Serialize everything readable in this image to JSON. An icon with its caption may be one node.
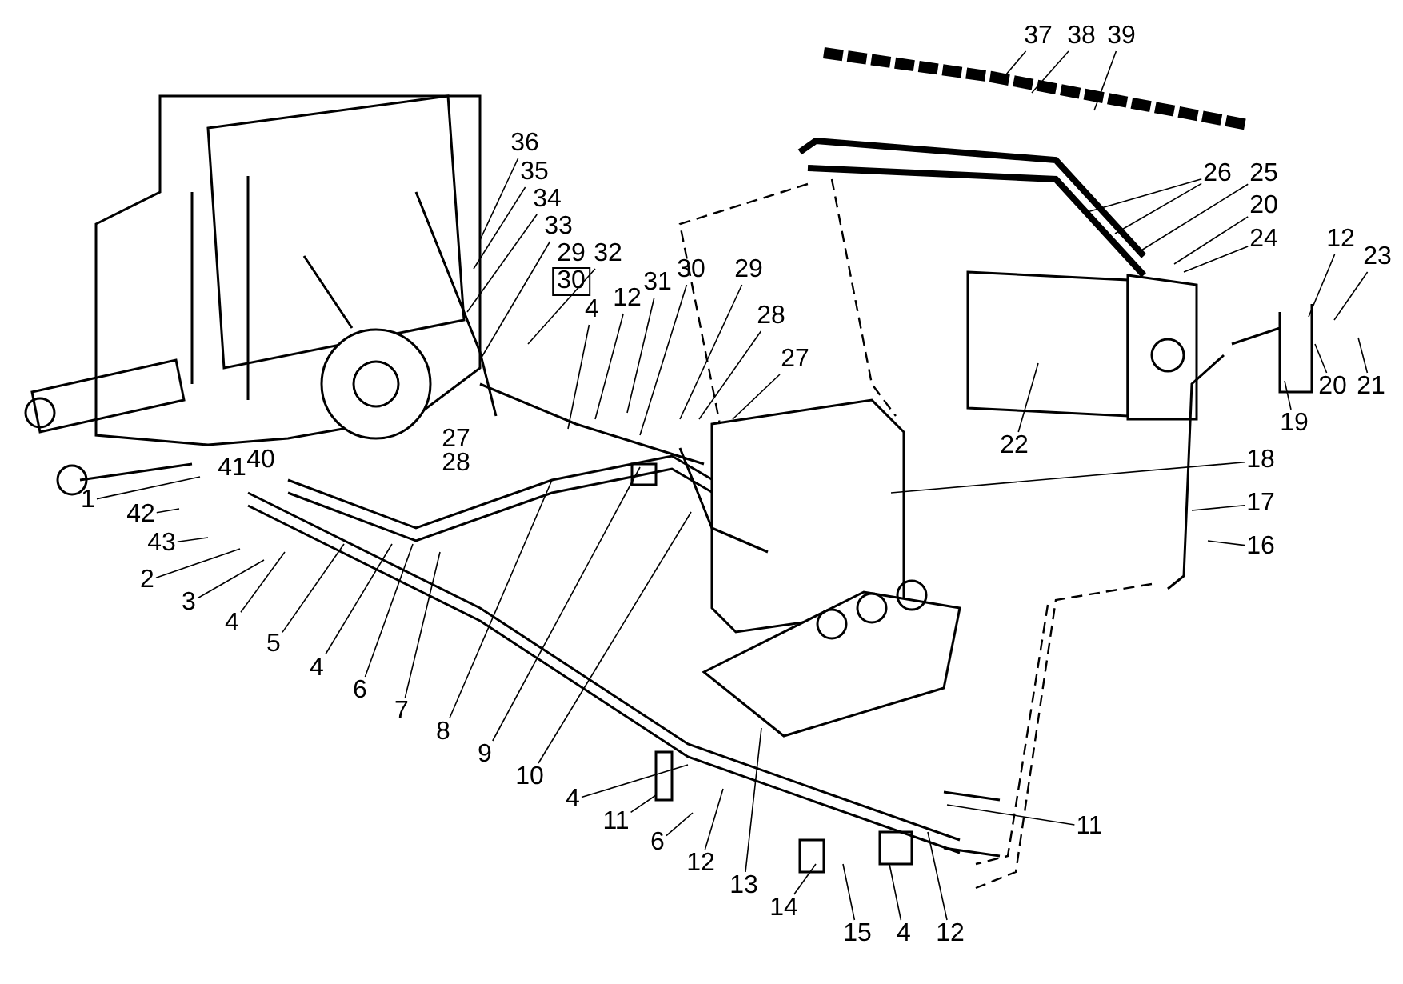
{
  "diagram": {
    "nodes": [
      {
        "text": [
          "37"
        ]
      },
      {
        "text": [
          "38"
        ]
      },
      {
        "text": [
          "39"
        ]
      },
      {
        "text": [
          "36"
        ]
      },
      {
        "text": [
          "26"
        ]
      },
      {
        "text": [
          "25"
        ]
      },
      {
        "text": [
          "35"
        ]
      },
      {
        "text": [
          "34"
        ]
      },
      {
        "text": [
          "20"
        ]
      },
      {
        "text": [
          "33"
        ]
      },
      {
        "text": [
          "24"
        ]
      },
      {
        "text": [
          "12"
        ]
      },
      {
        "text": [
          "32"
        ]
      },
      {
        "text": [
          "23"
        ]
      },
      {
        "text": [
          "31"
        ]
      },
      {
        "text": [
          "30"
        ]
      },
      {
        "text": [
          "29"
        ]
      },
      {
        "text": [
          "12"
        ]
      },
      {
        "text": [
          "4"
        ]
      },
      {
        "text": [
          "28"
        ]
      },
      {
        "text": [
          "27"
        ]
      },
      {
        "text": [
          "19"
        ]
      },
      {
        "text": [
          "20"
        ]
      },
      {
        "text": [
          "21"
        ]
      },
      {
        "text": [
          "22"
        ]
      },
      {
        "text": [
          "18"
        ]
      },
      {
        "text": [
          "1"
        ]
      },
      {
        "text": [
          "17"
        ]
      },
      {
        "text": [
          "42"
        ]
      },
      {
        "text": [
          "43"
        ]
      },
      {
        "text": [
          "16"
        ]
      },
      {
        "text": [
          "2"
        ]
      },
      {
        "text": [
          "3"
        ]
      },
      {
        "text": [
          "4"
        ]
      },
      {
        "text": [
          "5"
        ]
      },
      {
        "text": [
          "4"
        ]
      },
      {
        "text": [
          "6"
        ]
      },
      {
        "text": [
          "7"
        ]
      },
      {
        "text": [
          "8"
        ]
      },
      {
        "text": [
          "9"
        ]
      },
      {
        "text": [
          "10"
        ]
      },
      {
        "text": [
          "4"
        ]
      },
      {
        "text": [
          "11"
        ]
      },
      {
        "text": [
          "11"
        ]
      },
      {
        "text": [
          "6"
        ]
      },
      {
        "text": [
          "12"
        ]
      },
      {
        "text": [
          "13"
        ]
      },
      {
        "text": [
          "14"
        ]
      },
      {
        "text": [
          "15"
        ]
      },
      {
        "text": [
          "4"
        ]
      },
      {
        "text": [
          "12"
        ]
      }
    ],
    "edges": [
      {
        "from": 0,
        "to": null,
        "arrow": "none"
      },
      {
        "from": 1,
        "to": null,
        "arrow": "none"
      },
      {
        "from": 2,
        "to": null,
        "arrow": "none"
      },
      {
        "from": 3,
        "to": null,
        "arrow": "none"
      },
      {
        "from": 4,
        "to": null,
        "arrow": "none"
      },
      {
        "from": 4,
        "to": null,
        "arrow": "none"
      },
      {
        "from": 5,
        "to": null,
        "arrow": "none"
      },
      {
        "from": 6,
        "to": null,
        "arrow": "none"
      },
      {
        "from": 7,
        "to": null,
        "arrow": "none"
      },
      {
        "from": 8,
        "to": null,
        "arrow": "none"
      },
      {
        "from": 9,
        "to": null,
        "arrow": "none"
      },
      {
        "from": 10,
        "to": null,
        "arrow": "none"
      },
      {
        "from": 11,
        "to": null,
        "arrow": "none"
      },
      {
        "from": 12,
        "to": null,
        "arrow": "none"
      },
      {
        "from": 13,
        "to": null,
        "arrow": "none"
      },
      {
        "from": 14,
        "to": null,
        "arrow": "none"
      },
      {
        "from": 15,
        "to": null,
        "arrow": "none"
      },
      {
        "from": 16,
        "to": null,
        "arrow": "none"
      },
      {
        "from": 17,
        "to": null,
        "arrow": "none"
      },
      {
        "from": 18,
        "to": null,
        "arrow": "none"
      },
      {
        "from": 19,
        "to": null,
        "arrow": "none"
      },
      {
        "from": 20,
        "to": null,
        "arrow": "none"
      },
      {
        "from": 21,
        "to": null,
        "arrow": "none"
      },
      {
        "from": 22,
        "to": null,
        "arrow": "none"
      },
      {
        "from": 23,
        "to": null,
        "arrow": "none"
      },
      {
        "from": 24,
        "to": null,
        "arrow": "none"
      },
      {
        "from": 25,
        "to": null,
        "arrow": "none"
      },
      {
        "from": 26,
        "to": null,
        "arrow": "none"
      },
      {
        "from": 27,
        "to": null,
        "arrow": "none"
      },
      {
        "from": 28,
        "to": null,
        "arrow": "none"
      },
      {
        "from": 29,
        "to": null,
        "arrow": "none"
      },
      {
        "from": 30,
        "to": null,
        "arrow": "none"
      },
      {
        "from": 31,
        "to": null,
        "arrow": "none"
      },
      {
        "from": 32,
        "to": null,
        "arrow": "none"
      },
      {
        "from": 33,
        "to": null,
        "arrow": "none"
      },
      {
        "from": 34,
        "to": null,
        "arrow": "none"
      },
      {
        "from": 35,
        "to": null,
        "arrow": "none"
      },
      {
        "from": 36,
        "to": null,
        "arrow": "none"
      },
      {
        "from": 37,
        "to": null,
        "arrow": "none"
      },
      {
        "from": 38,
        "to": null,
        "arrow": "none"
      },
      {
        "from": 39,
        "to": null,
        "arrow": "none"
      },
      {
        "from": 40,
        "to": null,
        "arrow": "none"
      },
      {
        "from": 41,
        "to": null,
        "arrow": "none"
      },
      {
        "from": 42,
        "to": null,
        "arrow": "none"
      },
      {
        "from": 43,
        "to": null,
        "arrow": "none"
      },
      {
        "from": 44,
        "to": null,
        "arrow": "none"
      },
      {
        "from": 45,
        "to": null,
        "arrow": "none"
      },
      {
        "from": 46,
        "to": null,
        "arrow": "none"
      },
      {
        "from": 47,
        "to": null,
        "arrow": "none"
      },
      {
        "from": 48,
        "to": null,
        "arrow": "none"
      },
      {
        "from": 49,
        "to": null,
        "arrow": "none"
      },
      {
        "from": 50,
        "to": null,
        "arrow": "none"
      }
    ],
    "labels": [
      "29",
      "30",
      "27",
      "28",
      "40",
      "41"
    ]
  }
}
